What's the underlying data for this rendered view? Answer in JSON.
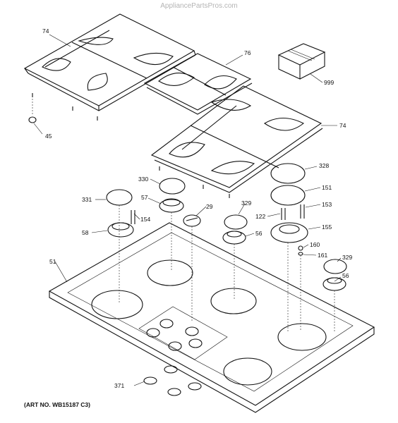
{
  "watermark": "AppliancePartsPros.com",
  "art_number": "(ART NO. WB15187 C3)",
  "callouts": [
    {
      "id": "c74a",
      "label": "74"
    },
    {
      "id": "c76",
      "label": "76"
    },
    {
      "id": "c999",
      "label": "999"
    },
    {
      "id": "c45",
      "label": "45"
    },
    {
      "id": "c74b",
      "label": "74"
    },
    {
      "id": "c330",
      "label": "330"
    },
    {
      "id": "c328",
      "label": "328"
    },
    {
      "id": "c331",
      "label": "331"
    },
    {
      "id": "c57",
      "label": "57"
    },
    {
      "id": "c29",
      "label": "29"
    },
    {
      "id": "c329a",
      "label": "329"
    },
    {
      "id": "c151",
      "label": "151"
    },
    {
      "id": "c122",
      "label": "122"
    },
    {
      "id": "c153",
      "label": "153"
    },
    {
      "id": "c154",
      "label": "154"
    },
    {
      "id": "c58",
      "label": "58"
    },
    {
      "id": "c56a",
      "label": "56"
    },
    {
      "id": "c155",
      "label": "155"
    },
    {
      "id": "c160",
      "label": "160"
    },
    {
      "id": "c161",
      "label": "161"
    },
    {
      "id": "c51",
      "label": "51"
    },
    {
      "id": "c329b",
      "label": "329"
    },
    {
      "id": "c56b",
      "label": "56"
    },
    {
      "id": "c371",
      "label": "371"
    }
  ]
}
